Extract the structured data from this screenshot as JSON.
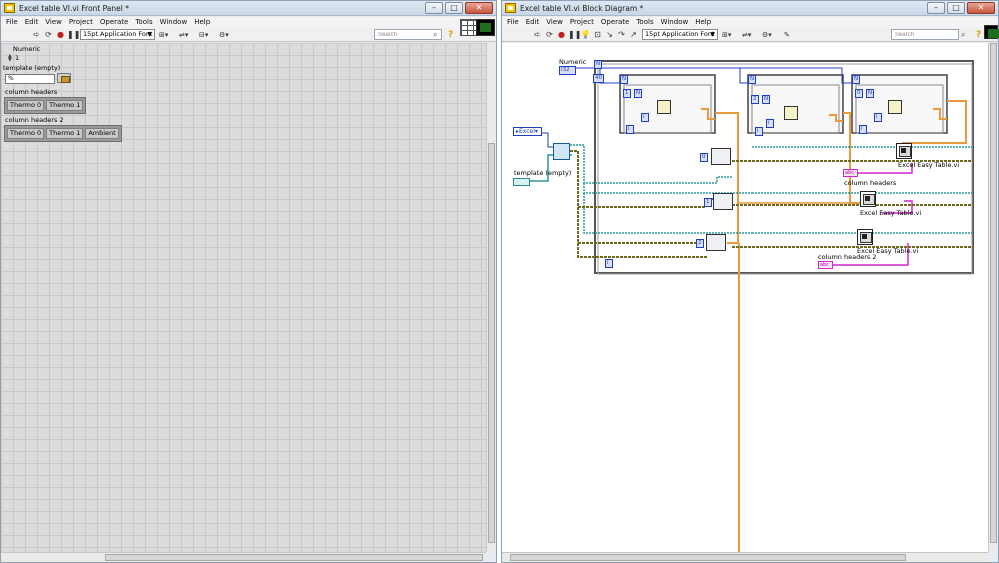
{
  "front_panel": {
    "title": "Excel table VI.vi Front Panel *",
    "menu": [
      "File",
      "Edit",
      "View",
      "Project",
      "Operate",
      "Tools",
      "Window",
      "Help"
    ],
    "font_select": "15pt Application Font",
    "search_placeholder": "Search",
    "controls": {
      "numeric_label": "Numeric",
      "numeric_value": "1",
      "template_label": "template (empty)",
      "template_value": "%",
      "column_headers_label": "column headers",
      "column_headers": [
        "Thermo 0",
        "Thermo 1"
      ],
      "column_headers2_label": "column headers 2",
      "column_headers2": [
        "Thermo 0",
        "Thermo 1",
        "Ambient"
      ]
    }
  },
  "block_diagram": {
    "title": "Excel table VI.vi Block Diagram *",
    "menu": [
      "File",
      "Edit",
      "View",
      "Project",
      "Operate",
      "Tools",
      "Window",
      "Help"
    ],
    "font_select": "15pt Application Font",
    "search_placeholder": "Search",
    "nodes": {
      "numeric_label": "Numeric",
      "numeric_type": "I32",
      "excel_ring": "Excel",
      "template_label": "template (empty)",
      "loop_count_const": "40",
      "loop_n": "N",
      "loop_i": "i",
      "index_0": "0",
      "index_1": "1",
      "index_2": "2",
      "column_headers_label": "column headers",
      "column_headers2_label": "column headers 2",
      "subvi_label": "Excel Easy Table.vi",
      "str_type": "abc"
    }
  },
  "colors": {
    "wire_orange": "#e89a3c",
    "wire_teal": "#2b9a9a",
    "wire_olive": "#6e6a1e",
    "wire_blue": "#1f3fbf",
    "wire_pink": "#d028c8"
  }
}
